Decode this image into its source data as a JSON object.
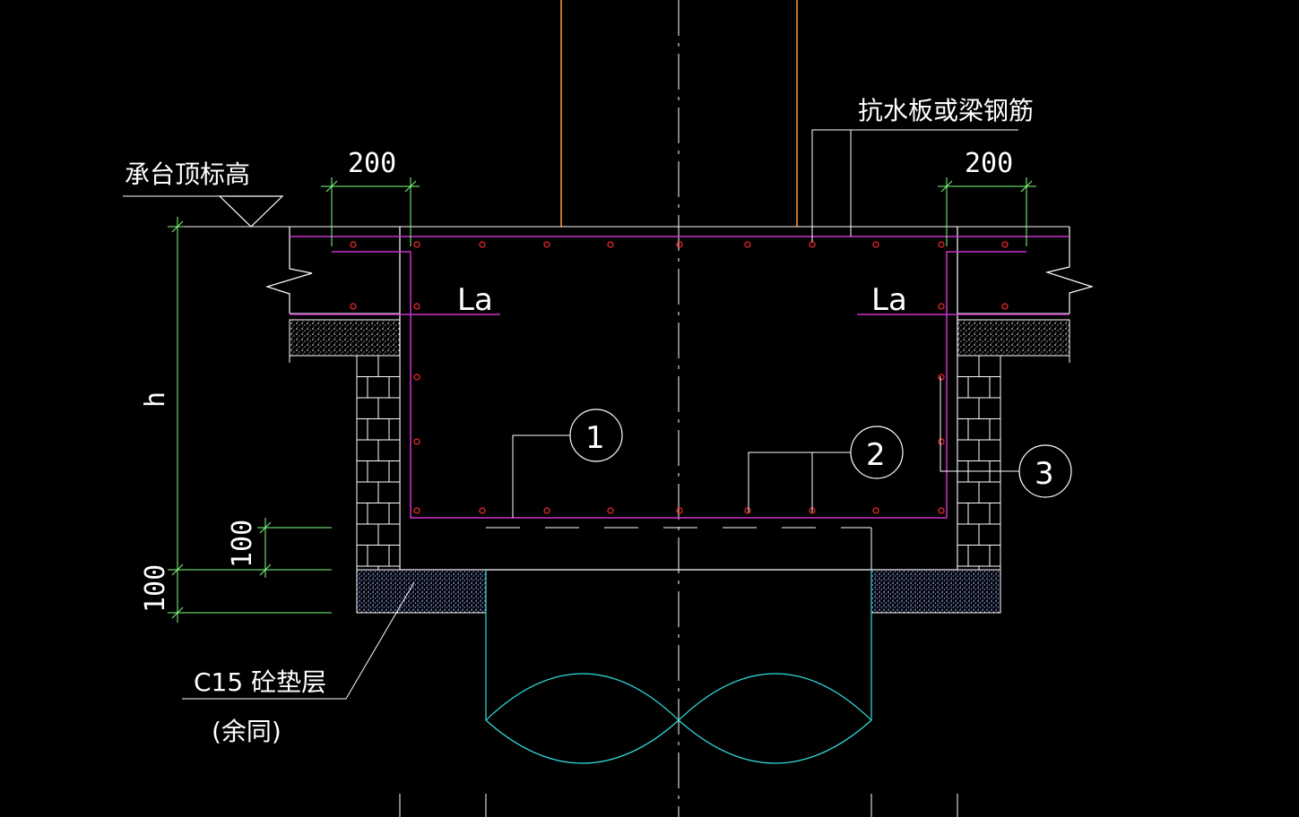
{
  "labels": {
    "cap_top_elev": "承台顶标高",
    "anti_water_rebar": "抗水板或梁钢筋",
    "dim_left_200": "200",
    "dim_right_200": "200",
    "la_left": "La",
    "la_right": "La",
    "h": "h",
    "dim_100_upper": "100",
    "dim_100_lower": "100",
    "c15_cushion": "C15 砼垫层",
    "same_below": "(余同)",
    "callout_1": "1",
    "callout_2": "2",
    "callout_3": "3"
  },
  "colors": {
    "background": "#000000",
    "outline": "#ffffff",
    "rebar": "#cc33cc",
    "rebar_dot": "#ff2a2a",
    "dimension": "#7fff7f",
    "pile": "#33dddd",
    "column": "#ff9933",
    "centerline": "#ffffff"
  }
}
